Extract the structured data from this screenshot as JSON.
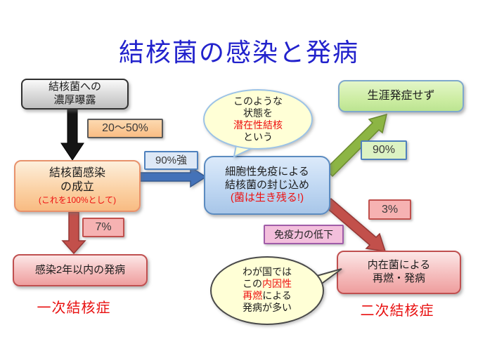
{
  "title": "結核菌の感染と発病",
  "nodes": {
    "exposure": {
      "line1": "結核菌への",
      "line2": "濃厚曝露"
    },
    "infection": {
      "line1": "結核菌感染",
      "line2": "の成立",
      "note": "(これを100%として)"
    },
    "containment": {
      "line1": "細胞性免疫による",
      "line2": "結核菌の封じ込め",
      "note": "(菌は生き残る!)"
    },
    "no_onset": {
      "label": "生涯発症せず"
    },
    "early_disease": {
      "label": "感染2年以内の発病"
    },
    "reactivation": {
      "line1": "内在菌による",
      "line2": "再燃・発病"
    }
  },
  "rate_labels": {
    "exposure_to_infection": "20〜50%",
    "infection_to_containment": "90%強",
    "containment_to_no_onset": "90%",
    "containment_to_reactivation": "3%",
    "infection_to_early_disease": "7%",
    "immunity_decline": "免疫力の低下"
  },
  "captions": {
    "primary_tb": "一次結核症",
    "secondary_tb": "二次結核症"
  },
  "bubbles": {
    "latent": {
      "line1": "このような",
      "line2": "状態を",
      "line3_red": "潜在性結核",
      "line4": "という"
    },
    "endogenous": {
      "line1": "わが国では",
      "line2_black": "この",
      "line2_red": "内因性",
      "line3_red": "再燃",
      "line3_black": "による",
      "line4": "発病が多い"
    }
  },
  "colors": {
    "title_blue": "#2222CC",
    "red_text": "#EE1111",
    "arrow_black": "#151515",
    "arrow_blue": "#4472B8",
    "arrow_green": "#8CB544",
    "arrow_red": "#C2504B"
  }
}
